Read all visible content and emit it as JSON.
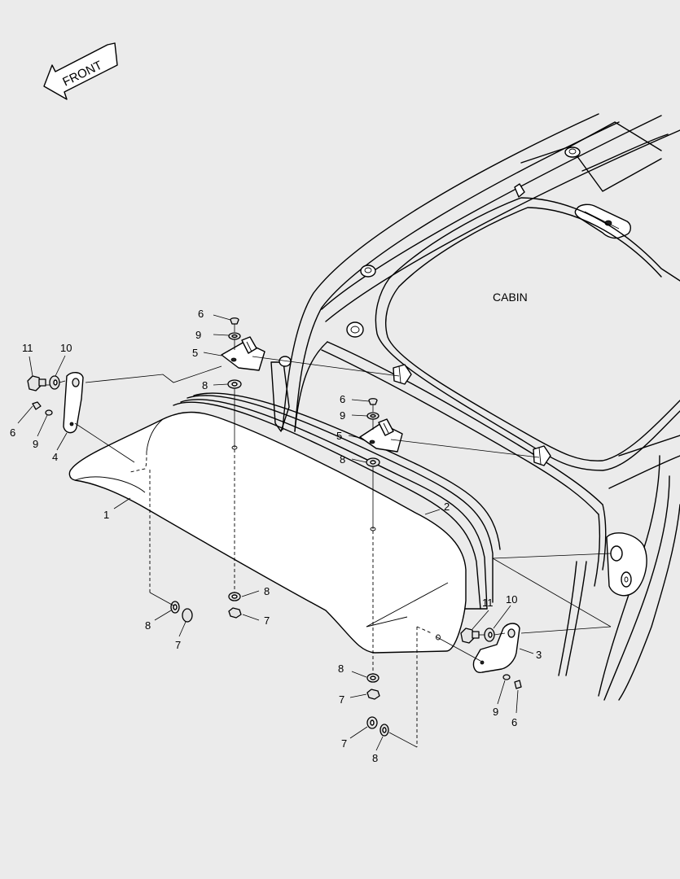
{
  "diagram": {
    "front_label": "FRONT",
    "cabin_label": "CABIN",
    "callouts": {
      "c1": "1",
      "c2": "2",
      "c3": "3",
      "c4": "4",
      "c5a": "5",
      "c5b": "5",
      "c6a": "6",
      "c6b": "6",
      "c6c": "6",
      "c6d": "6",
      "c7a": "7",
      "c7b": "7",
      "c7c": "7",
      "c7d": "7",
      "c8a": "8",
      "c8b": "8",
      "c8c": "8",
      "c8d": "8",
      "c8e": "8",
      "c8f": "8",
      "c9a": "9",
      "c9b": "9",
      "c9c": "9",
      "c9d": "9",
      "c10a": "10",
      "c10b": "10",
      "c11a": "11",
      "c11b": "11"
    }
  }
}
